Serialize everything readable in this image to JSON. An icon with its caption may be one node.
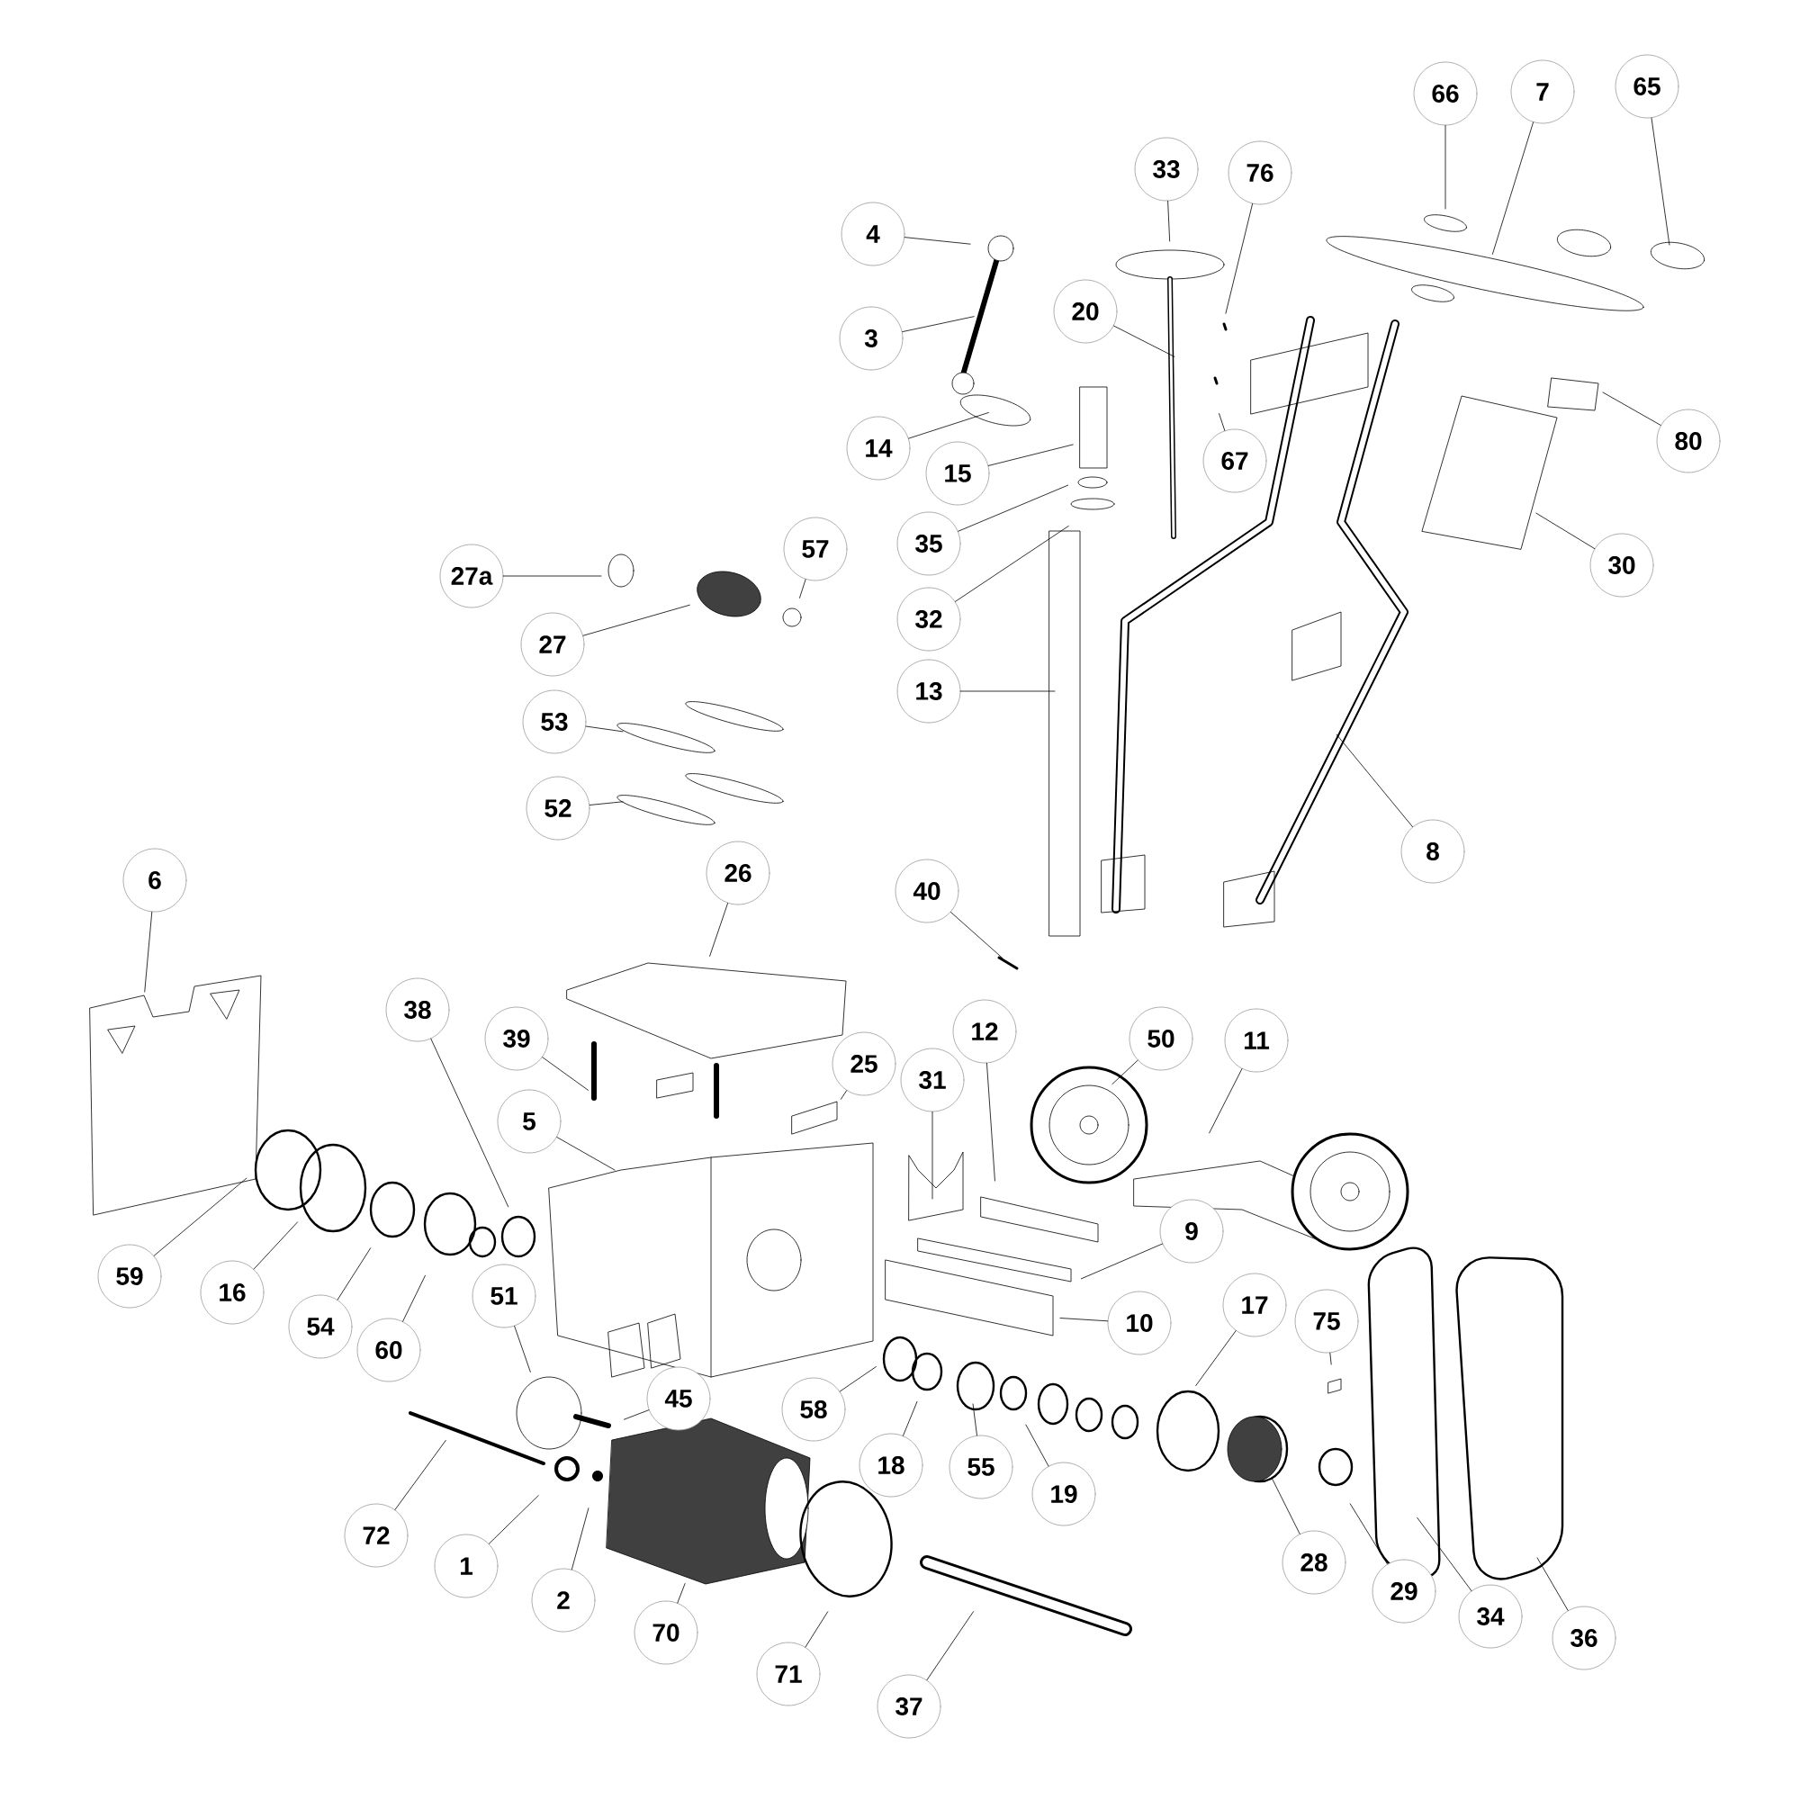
{
  "diagram": {
    "nodes": [
      {
        "text": [
          "66"
        ]
      },
      {
        "text": [
          "7"
        ]
      },
      {
        "text": [
          "65"
        ]
      },
      {
        "text": [
          "33"
        ]
      },
      {
        "text": [
          "76"
        ]
      },
      {
        "text": [
          "4"
        ]
      },
      {
        "text": [
          "20"
        ]
      },
      {
        "text": [
          "3"
        ]
      },
      {
        "text": [
          "80"
        ]
      },
      {
        "text": [
          "14"
        ]
      },
      {
        "text": [
          "67"
        ]
      },
      {
        "text": [
          "15"
        ]
      },
      {
        "text": [
          "35"
        ]
      },
      {
        "text": [
          "57"
        ]
      },
      {
        "text": [
          "30"
        ]
      },
      {
        "text": [
          "27a"
        ]
      },
      {
        "text": [
          "32"
        ]
      },
      {
        "text": [
          "27"
        ]
      },
      {
        "text": [
          "13"
        ]
      },
      {
        "text": [
          "53"
        ]
      },
      {
        "text": [
          "52"
        ]
      },
      {
        "text": [
          "8"
        ]
      },
      {
        "text": [
          "26"
        ]
      },
      {
        "text": [
          "6"
        ]
      },
      {
        "text": [
          "40"
        ]
      },
      {
        "text": [
          "38"
        ]
      },
      {
        "text": [
          "12"
        ]
      },
      {
        "text": [
          "39"
        ]
      },
      {
        "text": [
          "50"
        ]
      },
      {
        "text": [
          "11"
        ]
      },
      {
        "text": [
          "25"
        ]
      },
      {
        "text": [
          "31"
        ]
      },
      {
        "text": [
          "5"
        ]
      },
      {
        "text": [
          "9"
        ]
      },
      {
        "text": [
          "59"
        ]
      },
      {
        "text": [
          "16"
        ]
      },
      {
        "text": [
          "51"
        ]
      },
      {
        "text": [
          "54"
        ]
      },
      {
        "text": [
          "10"
        ]
      },
      {
        "text": [
          "17"
        ]
      },
      {
        "text": [
          "75"
        ]
      },
      {
        "text": [
          "60"
        ]
      },
      {
        "text": [
          "45"
        ]
      },
      {
        "text": [
          "58"
        ]
      },
      {
        "text": [
          "18"
        ]
      },
      {
        "text": [
          "55"
        ]
      },
      {
        "text": [
          "19"
        ]
      },
      {
        "text": [
          "72"
        ]
      },
      {
        "text": [
          "28"
        ]
      },
      {
        "text": [
          "1"
        ]
      },
      {
        "text": [
          "29"
        ]
      },
      {
        "text": [
          "2"
        ]
      },
      {
        "text": [
          "34"
        ]
      },
      {
        "text": [
          "70"
        ]
      },
      {
        "text": [
          "36"
        ]
      },
      {
        "text": [
          "71"
        ]
      },
      {
        "text": [
          "37"
        ]
      }
    ],
    "edges": [
      {
        "from": 0,
        "to": null,
        "arrow": "none"
      },
      {
        "from": 1,
        "to": null,
        "arrow": "none"
      },
      {
        "from": 2,
        "to": null,
        "arrow": "none"
      },
      {
        "from": 3,
        "to": null,
        "arrow": "none"
      },
      {
        "from": 4,
        "to": null,
        "arrow": "none"
      },
      {
        "from": 5,
        "to": null,
        "arrow": "none"
      },
      {
        "from": 6,
        "to": null,
        "arrow": "none"
      },
      {
        "from": 7,
        "to": null,
        "arrow": "none"
      },
      {
        "from": 8,
        "to": null,
        "arrow": "none"
      },
      {
        "from": 9,
        "to": null,
        "arrow": "none"
      },
      {
        "from": 10,
        "to": null,
        "arrow": "none"
      },
      {
        "from": 11,
        "to": null,
        "arrow": "none"
      },
      {
        "from": 12,
        "to": null,
        "arrow": "none"
      },
      {
        "from": 13,
        "to": null,
        "arrow": "none"
      },
      {
        "from": 14,
        "to": null,
        "arrow": "none"
      },
      {
        "from": 15,
        "to": null,
        "arrow": "none"
      },
      {
        "from": 16,
        "to": null,
        "arrow": "none"
      },
      {
        "from": 17,
        "to": null,
        "arrow": "none"
      },
      {
        "from": 18,
        "to": null,
        "arrow": "none"
      },
      {
        "from": 19,
        "to": null,
        "arrow": "none"
      },
      {
        "from": 20,
        "to": null,
        "arrow": "none"
      },
      {
        "from": 21,
        "to": null,
        "arrow": "none"
      },
      {
        "from": 22,
        "to": null,
        "arrow": "none"
      },
      {
        "from": 23,
        "to": null,
        "arrow": "none"
      },
      {
        "from": 24,
        "to": null,
        "arrow": "none"
      },
      {
        "from": 25,
        "to": null,
        "arrow": "none"
      },
      {
        "from": 26,
        "to": null,
        "arrow": "none"
      },
      {
        "from": 27,
        "to": null,
        "arrow": "none"
      },
      {
        "from": 28,
        "to": null,
        "arrow": "none"
      },
      {
        "from": 29,
        "to": null,
        "arrow": "none"
      },
      {
        "from": 30,
        "to": null,
        "arrow": "none"
      },
      {
        "from": 31,
        "to": null,
        "arrow": "none"
      },
      {
        "from": 32,
        "to": null,
        "arrow": "none"
      },
      {
        "from": 33,
        "to": null,
        "arrow": "none"
      },
      {
        "from": 34,
        "to": null,
        "arrow": "none"
      },
      {
        "from": 35,
        "to": null,
        "arrow": "none"
      },
      {
        "from": 36,
        "to": null,
        "arrow": "none"
      },
      {
        "from": 37,
        "to": null,
        "arrow": "none"
      },
      {
        "from": 38,
        "to": null,
        "arrow": "none"
      },
      {
        "from": 39,
        "to": null,
        "arrow": "none"
      },
      {
        "from": 40,
        "to": null,
        "arrow": "none"
      },
      {
        "from": 41,
        "to": null,
        "arrow": "none"
      },
      {
        "from": 42,
        "to": null,
        "arrow": "none"
      },
      {
        "from": 43,
        "to": null,
        "arrow": "none"
      },
      {
        "from": 44,
        "to": null,
        "arrow": "none"
      },
      {
        "from": 45,
        "to": null,
        "arrow": "none"
      },
      {
        "from": 46,
        "to": null,
        "arrow": "none"
      },
      {
        "from": 47,
        "to": null,
        "arrow": "none"
      },
      {
        "from": 48,
        "to": null,
        "arrow": "none"
      },
      {
        "from": 49,
        "to": null,
        "arrow": "none"
      },
      {
        "from": 50,
        "to": null,
        "arrow": "none"
      },
      {
        "from": 51,
        "to": null,
        "arrow": "none"
      },
      {
        "from": 52,
        "to": null,
        "arrow": "none"
      },
      {
        "from": 53,
        "to": null,
        "arrow": "none"
      },
      {
        "from": 54,
        "to": null,
        "arrow": "none"
      },
      {
        "from": 55,
        "to": null,
        "arrow": "none"
      },
      {
        "from": 56,
        "to": null,
        "arrow": "none"
      }
    ]
  }
}
